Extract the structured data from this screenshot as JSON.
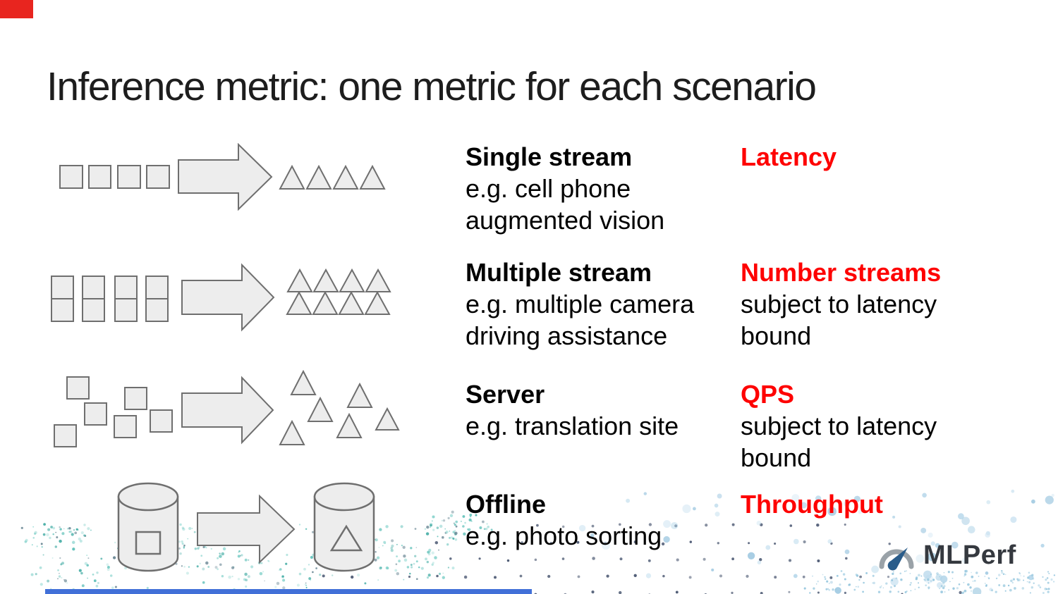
{
  "slide": {
    "title": "Inference metric: one metric for each scenario"
  },
  "rows": [
    {
      "scenario": "Single stream",
      "examples": [
        "e.g. cell phone",
        "augmented vision"
      ],
      "metric": "Latency",
      "metric_notes": []
    },
    {
      "scenario": "Multiple stream",
      "examples": [
        "e.g. multiple camera",
        "driving assistance"
      ],
      "metric": "Number streams",
      "metric_notes": [
        "subject to latency",
        "bound"
      ]
    },
    {
      "scenario": "Server",
      "examples": [
        "e.g. translation site"
      ],
      "metric": "QPS",
      "metric_notes": [
        "subject to latency",
        "bound"
      ]
    },
    {
      "scenario": "Offline",
      "examples": [
        "e.g. photo sorting"
      ],
      "metric": "Throughput",
      "metric_notes": []
    }
  ],
  "logo": {
    "text": "MLPerf"
  },
  "colors": {
    "metric_red": "#fe0000",
    "text_black": "#000000",
    "shape_fill": "#ededed",
    "shape_stroke": "#6f6f6f",
    "accent_bar_red": "#e8251f",
    "progress_bar_blue": "#4170d8",
    "logo_navy": "#2a5c8a",
    "logo_gray": "#9aa2a8",
    "decor_teal": "#57bdb5",
    "decor_navy": "#3c4a66",
    "decor_blue": "#aed3e8"
  }
}
